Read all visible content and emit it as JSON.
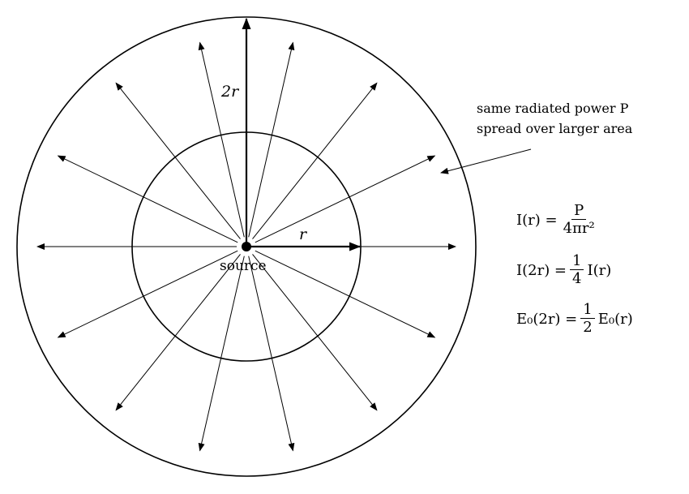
{
  "labels": {
    "two_r": "2r",
    "r": "r",
    "source": "source"
  },
  "annotation": {
    "line1": "same radiated power P",
    "line2": "spread over larger area"
  },
  "equations": {
    "eq1": {
      "lhs": "I(r) =",
      "num": "P",
      "den": "4πr²"
    },
    "eq2": {
      "lhs": "I(2r) =",
      "num": "1",
      "den": "4",
      "rhs": "I(r)"
    },
    "eq3": {
      "lhs": "E₀(2r) =",
      "num": "1",
      "den": "2",
      "rhs": "E₀(r)"
    }
  },
  "ray_count": 14
}
